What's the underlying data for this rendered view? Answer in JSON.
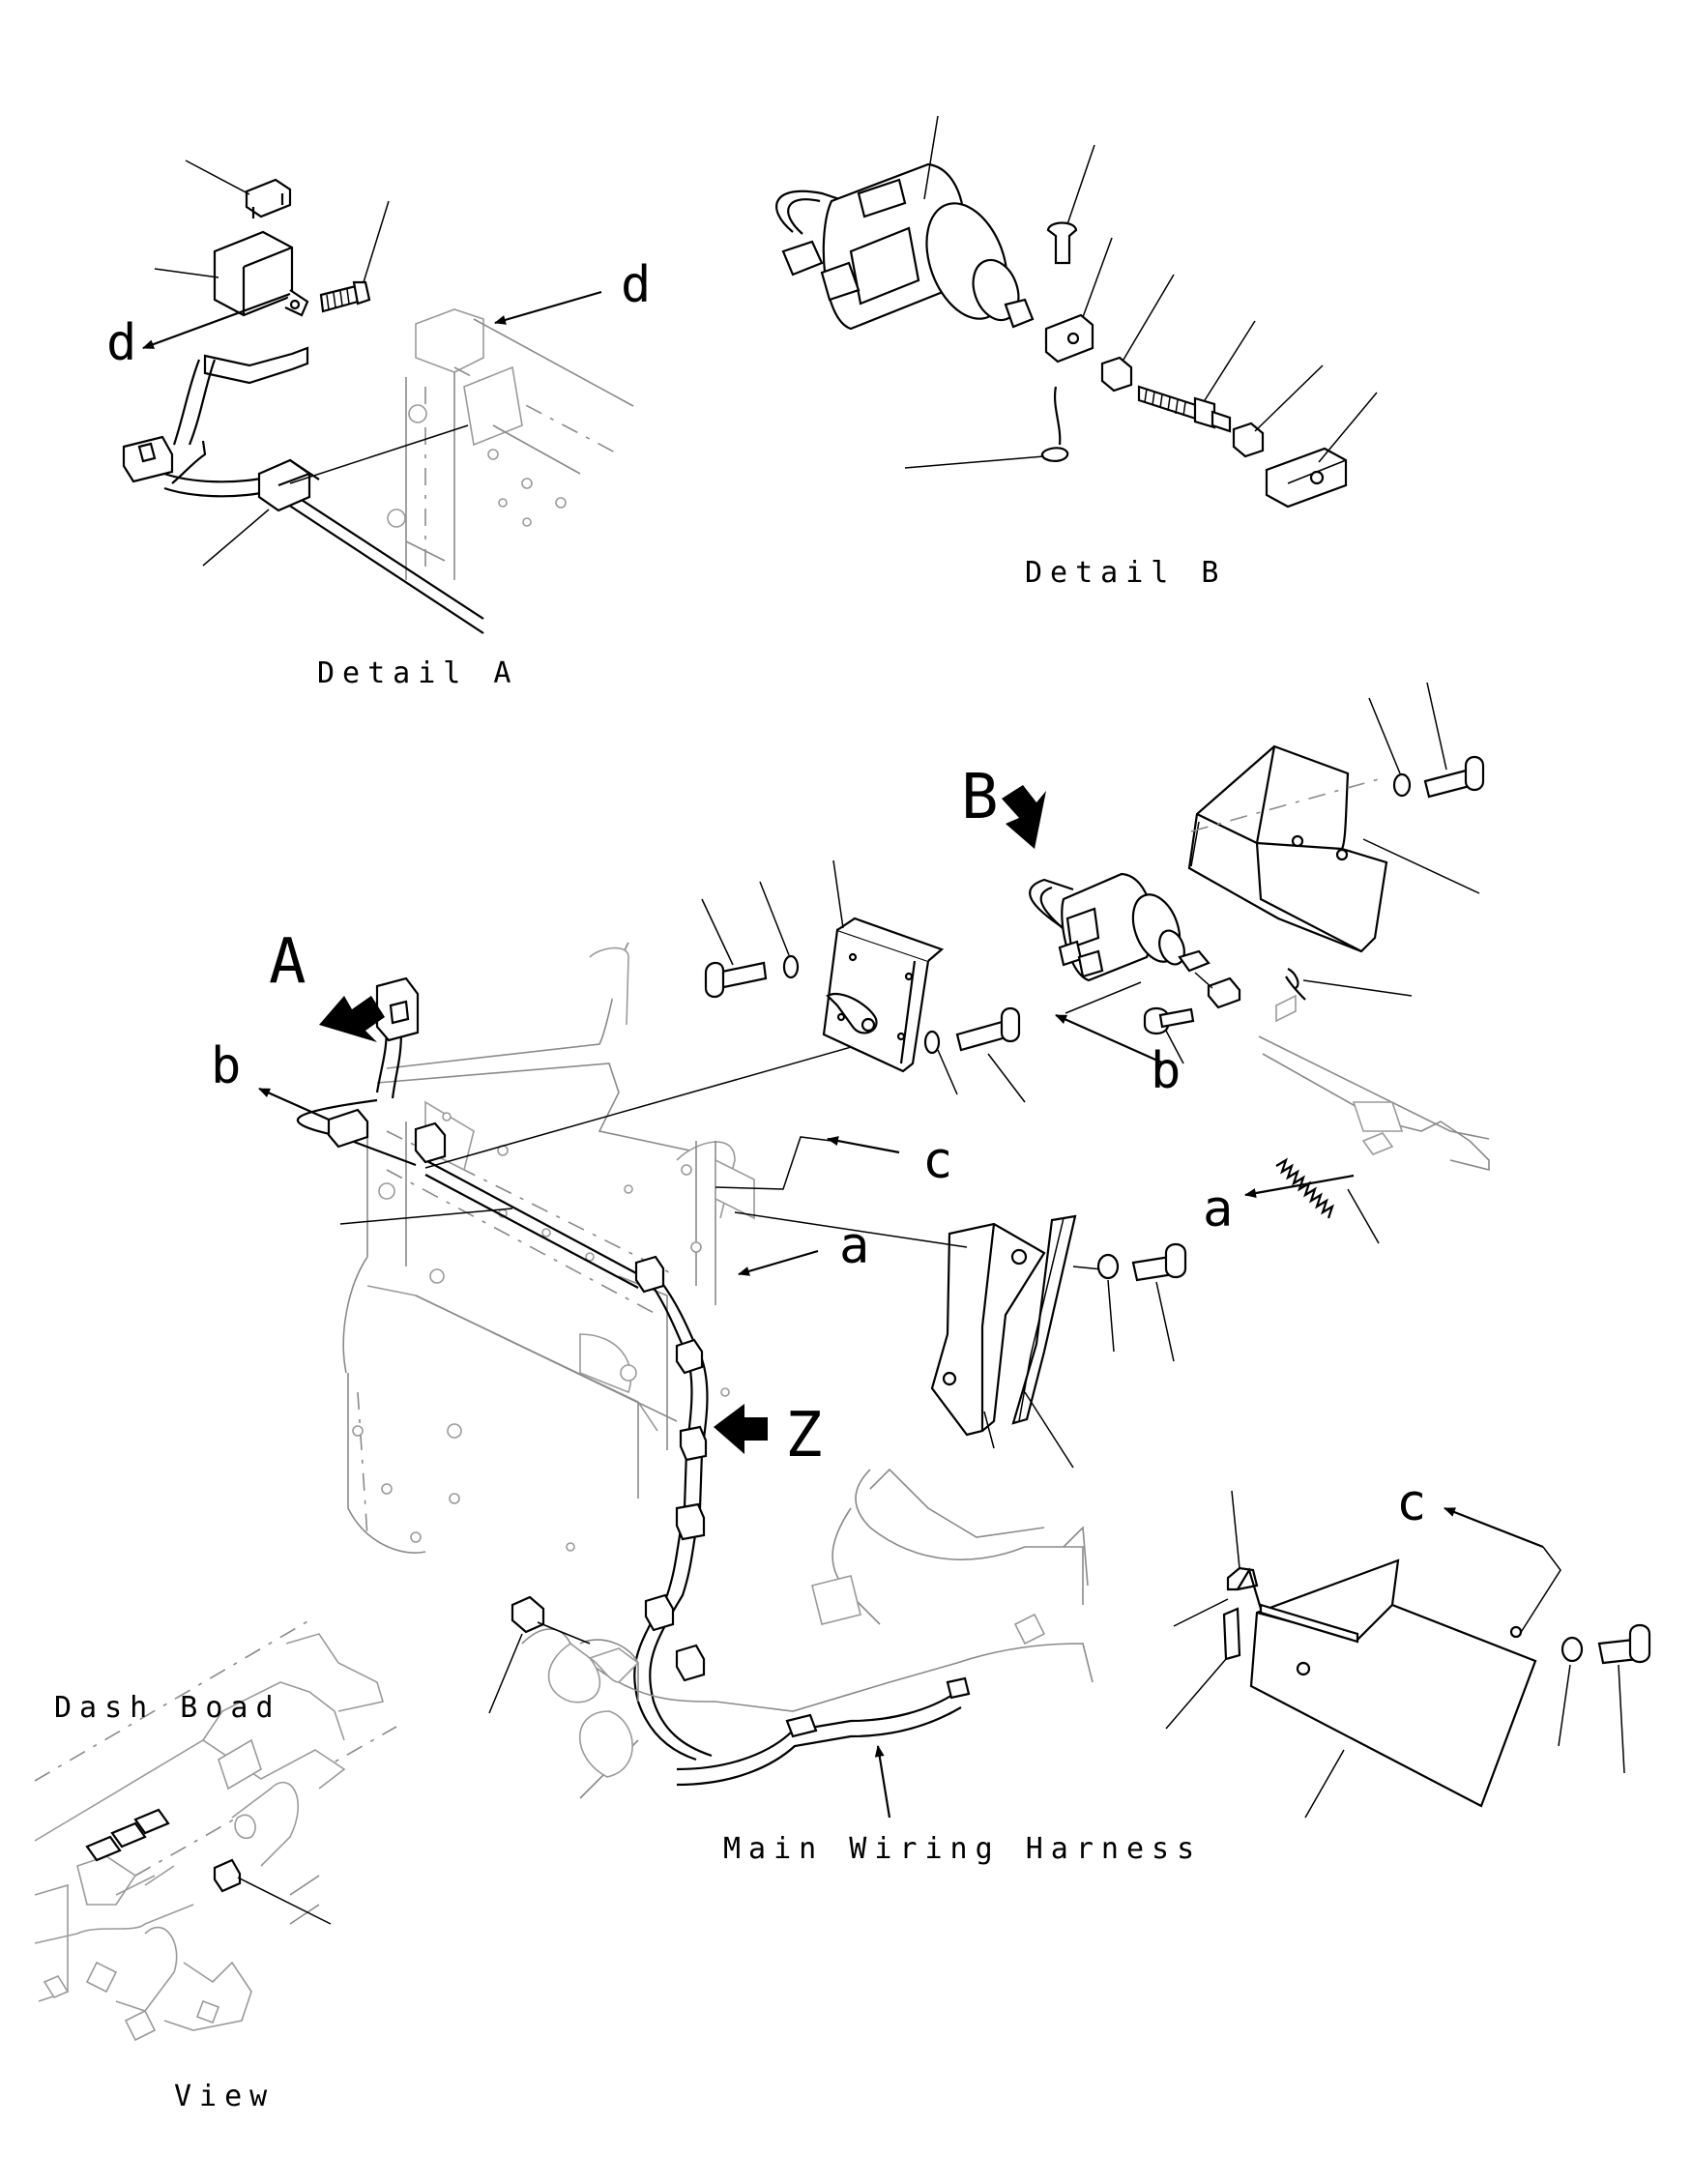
{
  "labels": {
    "detail_a": "Detail A",
    "detail_b": "Detail B",
    "dash_board": "Dash Boad",
    "view": "View",
    "main_harness": "Main Wiring Harness",
    "view_a": "A",
    "view_b": "B",
    "view_z": "Z"
  },
  "connection_letters": {
    "d_left": "d",
    "d_right": "d",
    "b_left": "b",
    "b_right": "b",
    "c_upper": "c",
    "c_lower": "c",
    "a_upper": "a",
    "a_lower": "a"
  }
}
